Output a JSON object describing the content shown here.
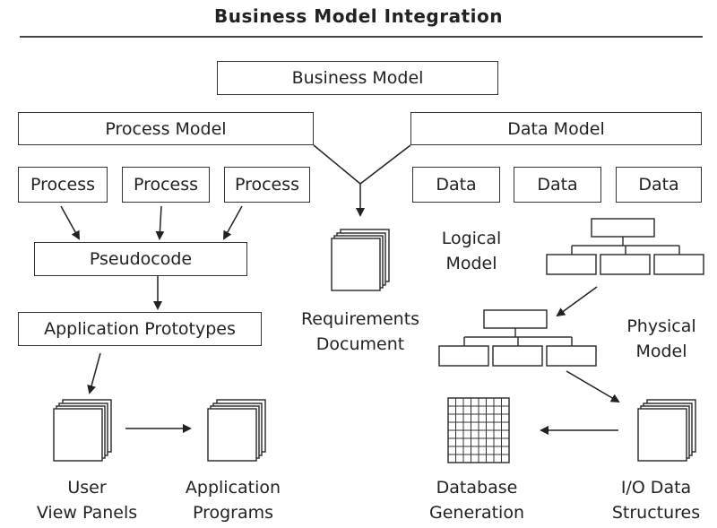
{
  "title": "Business Model Integration",
  "boxes": {
    "business_model": "Business Model",
    "process_model": "Process Model",
    "data_model": "Data Model",
    "process_1": "Process",
    "process_2": "Process",
    "process_3": "Process",
    "data_1": "Data",
    "data_2": "Data",
    "data_3": "Data",
    "pseudocode": "Pseudocode",
    "application_prototypes": "Application Prototypes"
  },
  "labels": {
    "requirements_document": [
      "Requirements",
      "Document"
    ],
    "logical_model": [
      "Logical",
      "Model"
    ],
    "physical_model": [
      "Physical",
      "Model"
    ],
    "user_view_panels": [
      "User",
      "View Panels"
    ],
    "application_programs": [
      "Application",
      "Programs"
    ],
    "database_generation": [
      "Database",
      "Generation"
    ],
    "io_data_structures": [
      "I/O Data",
      "Structures"
    ]
  },
  "icons": {
    "document_stack": "document-stack-icon",
    "tree": "hierarchy-tree-icon",
    "grid": "database-grid-icon"
  }
}
